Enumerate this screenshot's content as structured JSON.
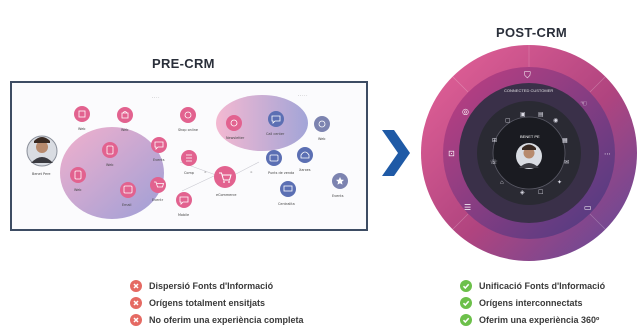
{
  "pre": {
    "title": "PRE-CRM",
    "person_name": "Benet Pere",
    "hub_label": "eCommerce",
    "nodes": [
      {
        "icon": "pin-icon",
        "label": "Web"
      },
      {
        "icon": "bag-icon",
        "label": "Web"
      },
      {
        "icon": "pin-icon",
        "label": "Web"
      },
      {
        "icon": "phone-icon",
        "label": "Web"
      },
      {
        "icon": "pin-icon",
        "label": "Shop online"
      },
      {
        "icon": "chat-icon",
        "label": "Events"
      },
      {
        "icon": "list-icon",
        "label": "Comp"
      },
      {
        "icon": "cart-icon",
        "label": "Eventr"
      },
      {
        "icon": "chat-icon",
        "label": "Mobile"
      },
      {
        "icon": "app-icon",
        "label": "Email"
      },
      {
        "icon": "gear-icon",
        "label": "Newsletter"
      },
      {
        "icon": "chat-icon",
        "label": "Call center"
      },
      {
        "icon": "crm-icon",
        "label": "Web"
      },
      {
        "icon": "support-icon",
        "label": "Xarxes"
      },
      {
        "icon": "pos-icon",
        "label": "Punts de venda"
      },
      {
        "icon": "tv-icon",
        "label": "Centralita"
      },
      {
        "icon": "star-icon",
        "label": "Events"
      }
    ]
  },
  "post": {
    "title": "POST-CRM",
    "center_label": "BENET PE",
    "ring_label": "CONNECTED CUSTOMER"
  },
  "pre_list": {
    "items": [
      "Dispersió Fonts d'Informació",
      "Orígens totalment ensitjats",
      "No oferim una experiència completa"
    ]
  },
  "post_list": {
    "items": [
      "Unificació Fonts d'Informació",
      "Orígens interconnectats",
      "Oferim una experiència 360º"
    ]
  },
  "colors": {
    "pink": "#e2628f",
    "purple": "#5b6fb3",
    "navy": "#2158a8",
    "bad": "#e56a63",
    "good": "#6cc04a"
  }
}
